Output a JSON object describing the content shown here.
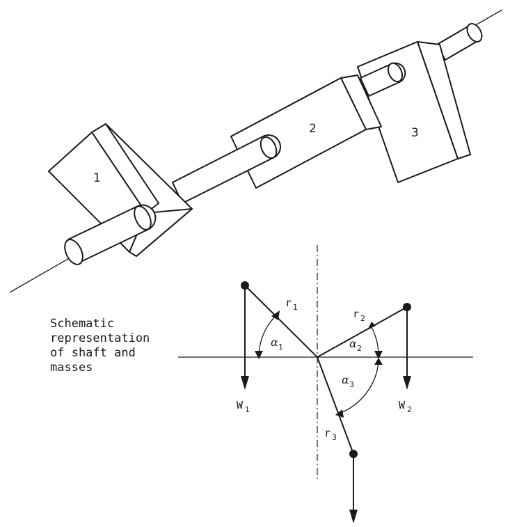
{
  "caption": {
    "lines": [
      "Schematic",
      "representation",
      "of shaft and",
      "masses"
    ]
  },
  "masses": {
    "m1": "1",
    "m2": "2",
    "m3": "3"
  },
  "vectors": {
    "r1": {
      "letter": "r",
      "sub": "1"
    },
    "r2": {
      "letter": "r",
      "sub": "2"
    },
    "r3": {
      "letter": "r",
      "sub": "3"
    }
  },
  "angles": {
    "a1": {
      "letter": "α",
      "sub": "1"
    },
    "a2": {
      "letter": "α",
      "sub": "2"
    },
    "a3": {
      "letter": "α",
      "sub": "3"
    }
  },
  "weights": {
    "w1": {
      "letter": "W",
      "sub": "1"
    },
    "w2": {
      "letter": "W",
      "sub": "2"
    }
  }
}
